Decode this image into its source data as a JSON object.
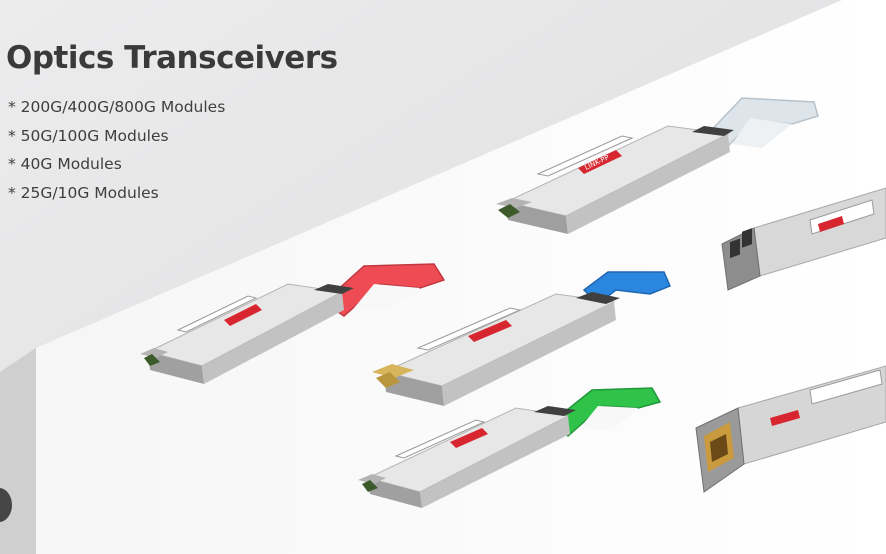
{
  "banner": {
    "title": "Optics Transceivers",
    "features": [
      "* 200G/400G/800G Modules",
      "* 50G/100G Modules",
      "* 40G Modules",
      "* 25G/10G Modules"
    ]
  },
  "brand": {
    "logo_text": "LINK-PP"
  },
  "colors": {
    "pull_tab_red": "#ee4b55",
    "pull_tab_blue": "#2b86e0",
    "pull_tab_green": "#2fc34a",
    "pull_tab_white": "#dde4ea",
    "brand_red": "#d7262f"
  }
}
